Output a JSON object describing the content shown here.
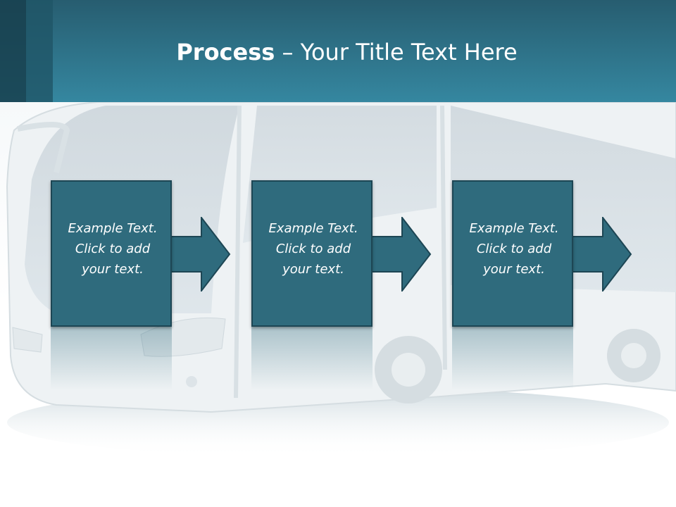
{
  "slide": {
    "title_bold": "Process",
    "title_rest": " – Your Title Text Here",
    "steps": [
      {
        "line1": "Example Text.",
        "line2": "Click  to add",
        "line3": "your text."
      },
      {
        "line1": "Example Text.",
        "line2": "Click  to add",
        "line3": "your text."
      },
      {
        "line1": "Example Text.",
        "line2": "Click  to add",
        "line3": "your text."
      }
    ]
  },
  "colors": {
    "header_dark": "#275d70",
    "header_light": "#3587a0",
    "box_fill": "#2f6b7d",
    "box_border": "#1d4654",
    "arrow_fill": "#2f6b7d",
    "text": "#ffffff"
  }
}
